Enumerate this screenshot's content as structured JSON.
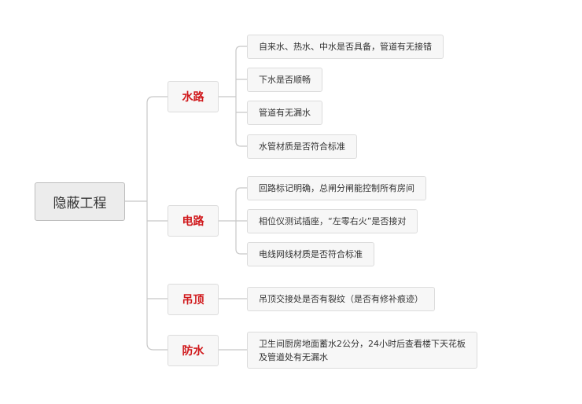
{
  "root": "隐蔽工程",
  "branches": [
    {
      "label": "水路",
      "items": [
        "自来水、热水、中水是否具备，管道有无接错",
        "下水是否顺畅",
        "管道有无漏水",
        "水管材质是否符合标准"
      ]
    },
    {
      "label": "电路",
      "items": [
        "回路标记明确，总闸分闸能控制所有房间",
        "相位仪测试插座，“左零右火”是否接对",
        "电线网线材质是否符合标准"
      ]
    },
    {
      "label": "吊顶",
      "items": [
        "吊顶交接处是否有裂纹（是否有修补痕迹）"
      ]
    },
    {
      "label": "防水",
      "items": [
        "卫生间厨房地面蓄水2公分，24小时后查看楼下天花板及管道处有无漏水"
      ]
    }
  ],
  "colors": {
    "branch_text": "#d0191c",
    "line": "#c8c8c8"
  }
}
